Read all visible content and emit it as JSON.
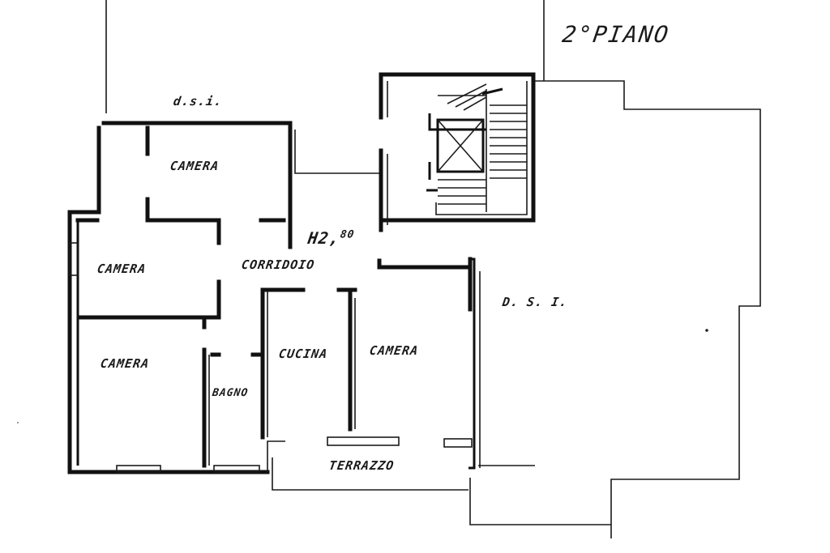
{
  "floor_title": "2°PIANO",
  "height_label": {
    "base": "H2,",
    "exp": "80"
  },
  "labels": {
    "dsi_top": "d.s.i.",
    "dsi_right": "D. S. I.",
    "camera_top": "CAMERA",
    "camera_left": "CAMERA",
    "corridoio": "CORRIDOIO",
    "camera_bottom_left": "CAMERA",
    "bagno": "BAGNO",
    "cucina": "CUCINA",
    "camera_right": "CAMERA",
    "terrazzo": "TERRAZZO"
  }
}
